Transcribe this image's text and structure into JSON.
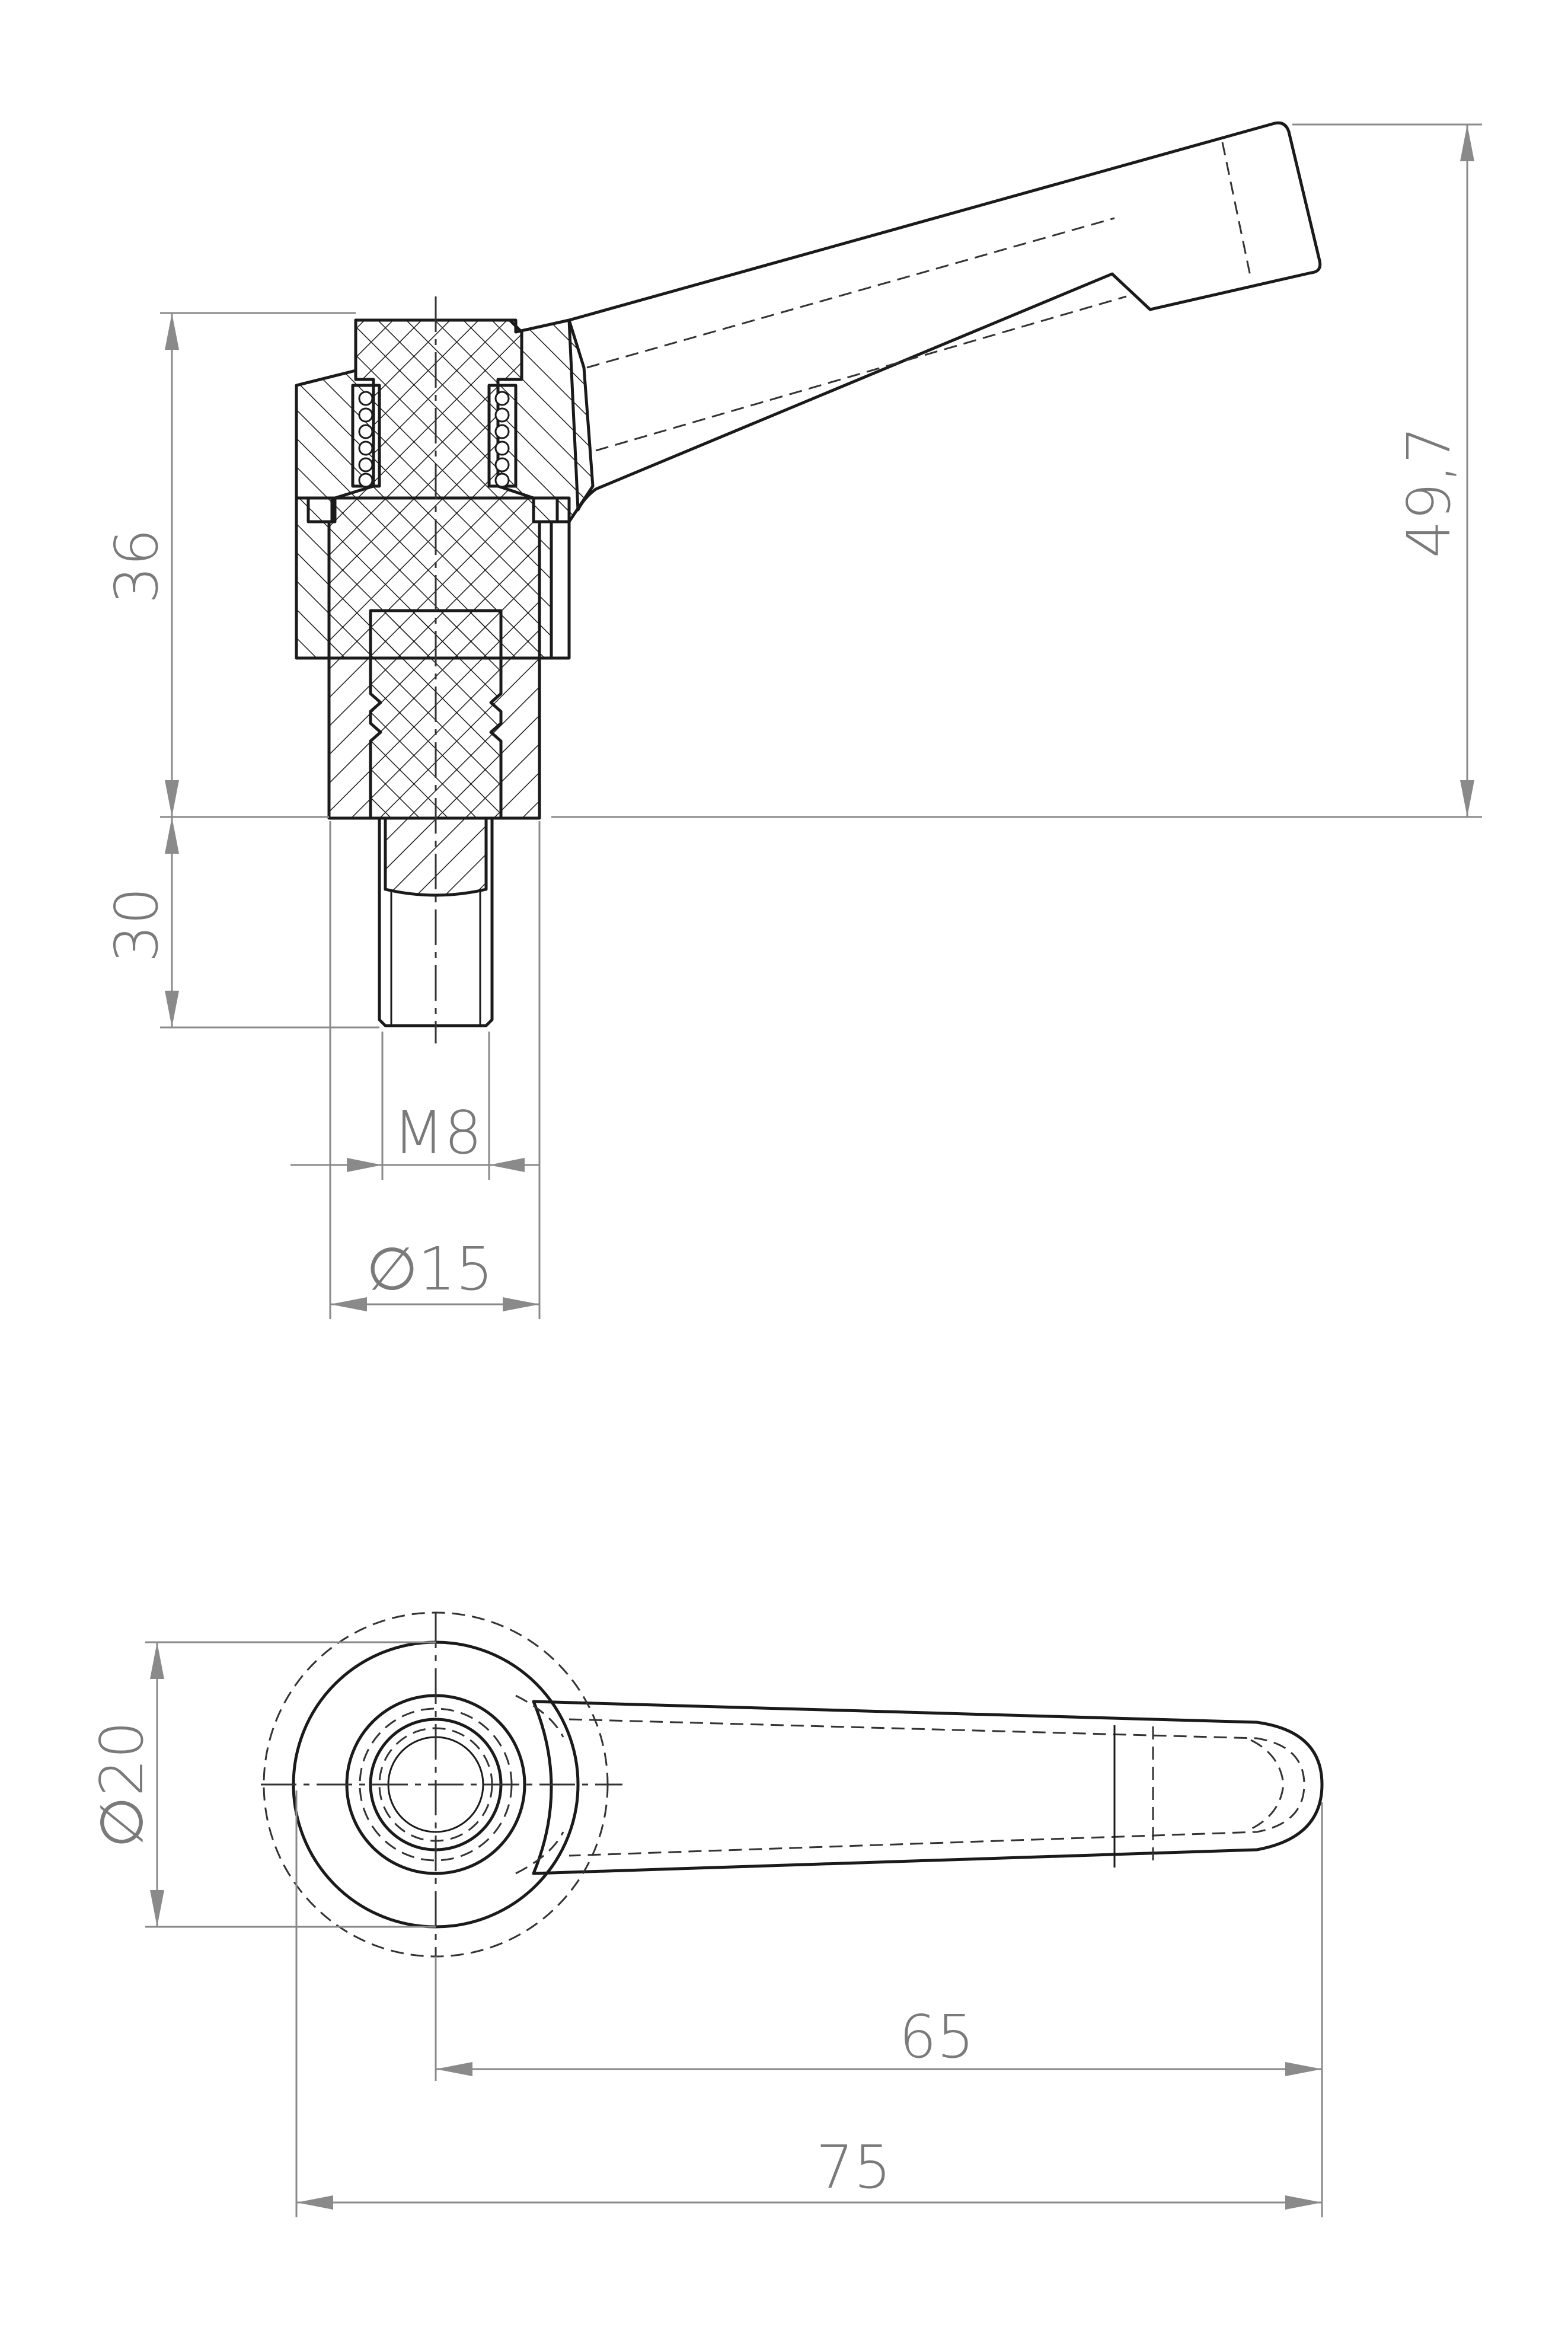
{
  "dimensions": {
    "height_upper": "36",
    "height_thread": "30",
    "height_total": "49,7",
    "thread": "M8",
    "diameter_shank": "∅15",
    "diameter_head": "∅20",
    "length_handle": "65",
    "length_total": "75"
  }
}
